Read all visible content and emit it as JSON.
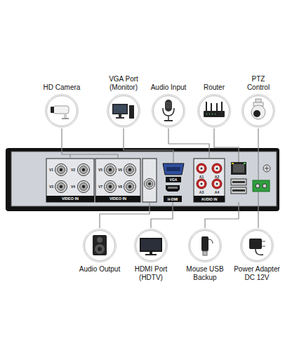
{
  "diagram": {
    "nodes": [
      {
        "text": [
          "HD Camera"
        ]
      },
      {
        "text": [
          "VGA Port (Monitor)"
        ]
      },
      {
        "text": [
          "Audio Input"
        ]
      },
      {
        "text": [
          "Router"
        ]
      },
      {
        "text": [
          "PTZ Control"
        ]
      },
      {
        "text": [
          "Audio Output"
        ]
      },
      {
        "text": [
          "HDMI Port (HDTV)"
        ]
      },
      {
        "text": [
          "Mouse USB Backup"
        ]
      },
      {
        "text": [
          "Power Adapter DC 12V"
        ]
      }
    ],
    "labels": [
      "V1",
      "V2",
      "V3",
      "V4",
      "VIDEO IN",
      "V5",
      "V6",
      "V7",
      "V8",
      "VIDEO IN",
      "VGA",
      "H-DMI",
      "A1",
      "A2",
      "A3",
      "A4",
      "AUDIO IN"
    ]
  }
}
